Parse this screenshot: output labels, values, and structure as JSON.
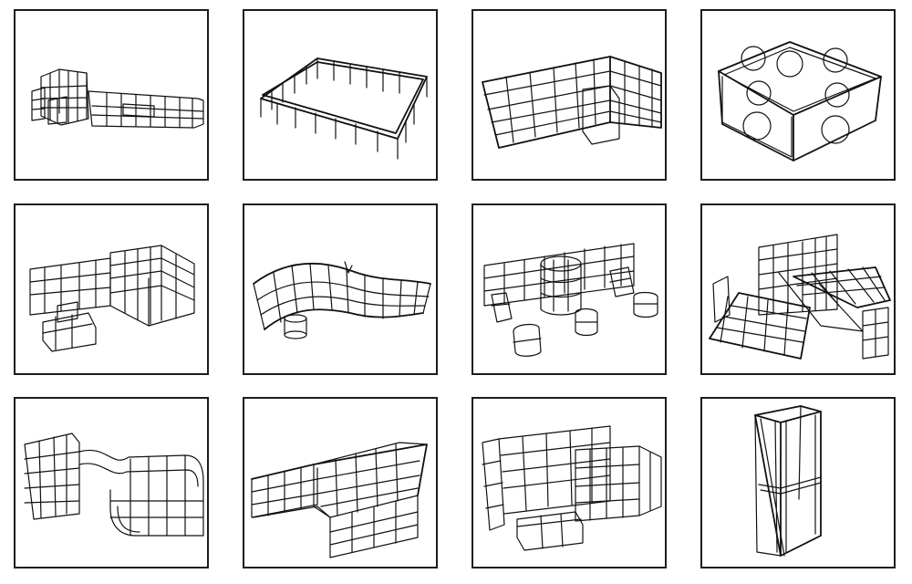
{
  "figure": {
    "rows": 3,
    "columns": 4,
    "panels": [
      {
        "icon": "exhibition-stand-small-booth-with-long-wall-wireframe"
      },
      {
        "icon": "truss-rectangular-frame-wireframe"
      },
      {
        "icon": "l-shaped-wall-stand-wireframe"
      },
      {
        "icon": "box-truss-with-circular-braces-wireframe"
      },
      {
        "icon": "modular-booth-with-counters-wireframe"
      },
      {
        "icon": "curved-wave-wall-wireframe"
      },
      {
        "icon": "backwall-with-cylinder-and-counters-wireframe"
      },
      {
        "icon": "multilevel-stand-with-floor-grid-wireframe"
      },
      {
        "icon": "curved-corner-stand-wireframe"
      },
      {
        "icon": "corner-stand-with-canopy-wireframe"
      },
      {
        "icon": "booth-with-door-and-counter-wireframe"
      },
      {
        "icon": "triangular-tower-wireframe"
      }
    ],
    "colors": {
      "line": "#111111",
      "border": "#1c1c1c",
      "background": "#ffffff"
    }
  }
}
